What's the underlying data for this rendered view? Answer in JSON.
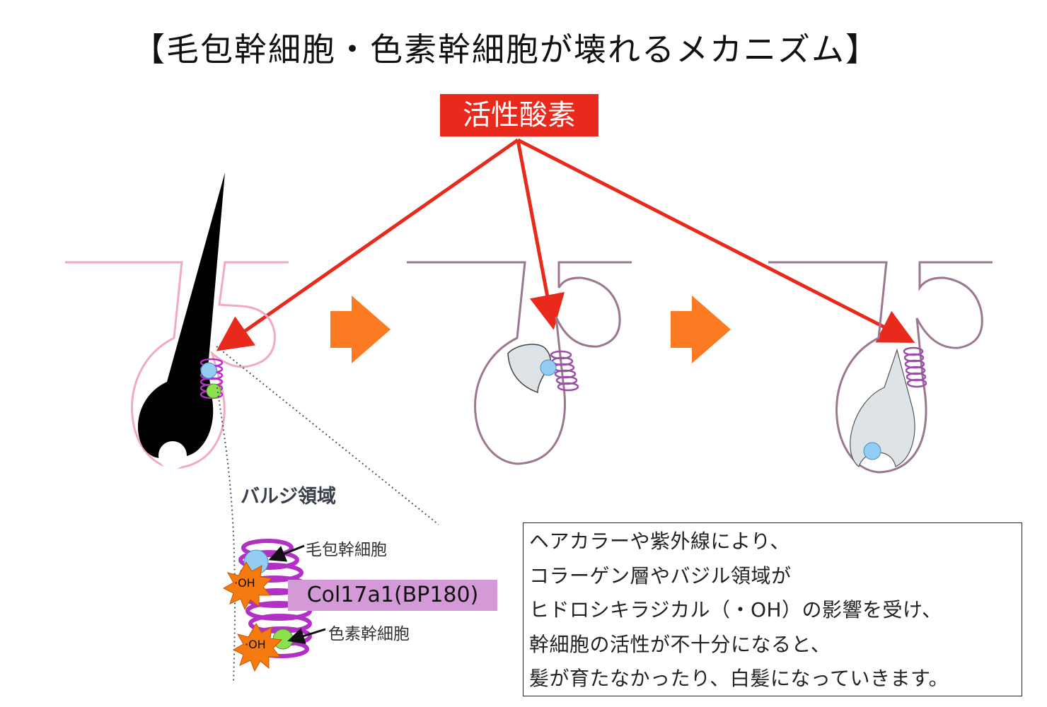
{
  "title": "【毛包幹細胞・色素幹細胞が壊れるメカニズム】",
  "ros_label": "活性酸素",
  "bulge_label": "バルジ領域",
  "hair_stem_cell_label": "毛包幹細胞",
  "pigment_stem_cell_label": "色素幹細胞",
  "collagen_label": "Col17a1(BP180)",
  "radical_labels": [
    "·OH",
    "·OH"
  ],
  "explanation_lines": [
    "ヘアカラーや紫外線により、",
    "コラーゲン層やバジル領域が",
    "ヒドロシキラジカル（・OH）の影響を受け、",
    "幹細胞の活性が不十分になると、",
    "髪が育たなかったり、白髪になっていきます。"
  ],
  "colors": {
    "ros_red": "#e8291c",
    "arrow_orange": "#fb7a22",
    "healthy_follicle": "#f2a9c4",
    "damaged_follicle": "#9b7890",
    "collagen_purple": "#b131c4",
    "hair_stem_cell": "#93cdf3",
    "pigment_stem_cell": "#8be24f",
    "radical_burst": "#f57a10"
  },
  "icons": [
    "orange-arrow-icon",
    "radical-burst-icon",
    "stem-cell-icon",
    "collagen-coil-icon"
  ]
}
